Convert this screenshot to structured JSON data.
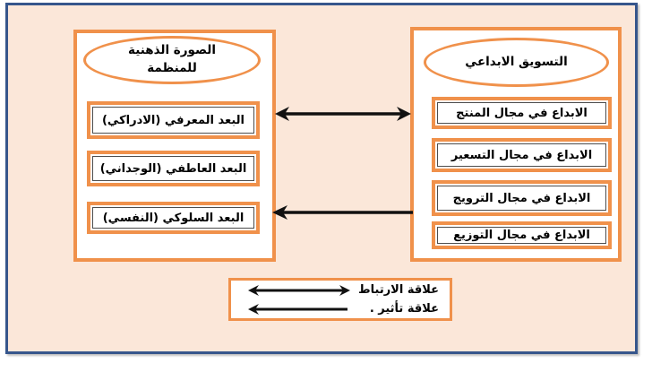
{
  "colors": {
    "frame_border": "#36568C",
    "canvas_background": "#FBE7D9",
    "shape_border_orange": "#F0914B",
    "shape_inner_line": "#4D4D4D",
    "shape_fill": "#FFFFFF",
    "arrow": "#111111",
    "text": "#000000"
  },
  "left_panel": {
    "title_line1": "الصورة الذهنية",
    "title_line2": "للمنظمة",
    "items": [
      {
        "label": "البعد المعرفي (الادراكي)"
      },
      {
        "label": "البعد العاطفي (الوجداني)"
      },
      {
        "label": "البعد السلوكي (النفسي)"
      }
    ]
  },
  "right_panel": {
    "title": "التسويق الابداعي",
    "items": [
      {
        "label": "الابداع في  مجال المنتج"
      },
      {
        "label": "الابداع في  مجال التسعير"
      },
      {
        "label": "الابداع في  مجال الترويج"
      },
      {
        "label": "الابداع في مجال  التوزيع"
      }
    ]
  },
  "legend": {
    "correlation_label": "علاقة الارتباط",
    "influence_label": "علاقة تأثير ."
  }
}
